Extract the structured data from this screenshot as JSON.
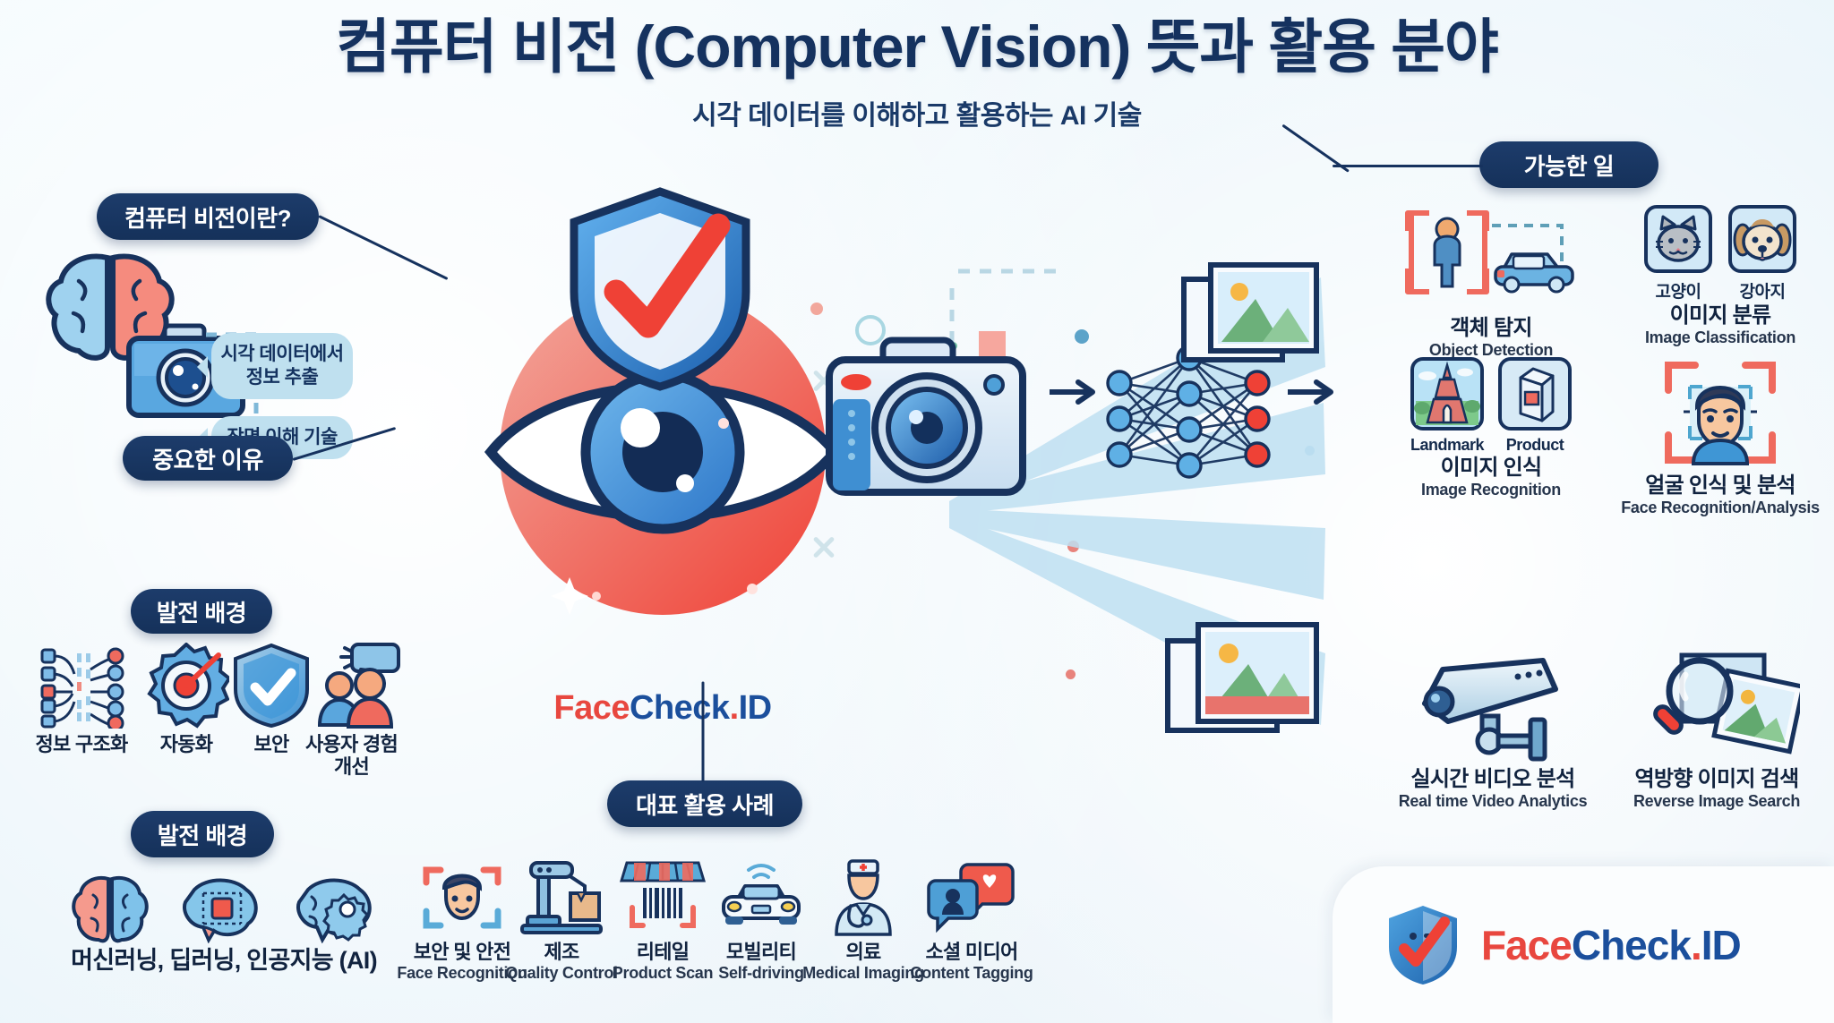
{
  "header": {
    "title": "컴퓨터 비전 (Computer Vision) 뜻과 활용 분야",
    "subtitle": "시각 데이터를 이해하고 활용하는 AI 기술"
  },
  "badges": {
    "what_is": "컴퓨터 비전이란?",
    "why_important": "중요한 이유",
    "background": "발전 배경",
    "use_cases": "대표 활용 사례",
    "capabilities": "가능한 일"
  },
  "bubbles": [
    {
      "name": "extract-info",
      "line1": "시각 데이터에서",
      "line2": "정보 추출"
    },
    {
      "name": "scene-understanding",
      "line1": "장면 이해 기술",
      "line2": ""
    }
  ],
  "why_important_items": [
    {
      "icon": "data-structure-icon",
      "label": "정보 구조화"
    },
    {
      "icon": "gear-gauge-icon",
      "label": "자동화"
    },
    {
      "icon": "shield-check-icon",
      "label": "보안"
    },
    {
      "icon": "users-feedback-icon",
      "label": "사용자 경험 개선"
    }
  ],
  "background_section": {
    "icons": [
      "brain-split-icon",
      "brain-chip-icon",
      "brain-gear-icon"
    ],
    "caption": "머신러닝, 딥러닝, 인공지능 (AI)"
  },
  "use_cases": [
    {
      "icon": "face-scan-icon",
      "ko": "보안 및 안전",
      "en": "Face Recognition"
    },
    {
      "icon": "robot-arm-icon",
      "ko": "제조",
      "en": "Quality Control"
    },
    {
      "icon": "barcode-shop-icon",
      "ko": "리테일",
      "en": "Product Scan"
    },
    {
      "icon": "car-icon",
      "ko": "모빌리티",
      "en": "Self-driving"
    },
    {
      "icon": "doctor-icon",
      "ko": "의료",
      "en": "Medical Imaging"
    },
    {
      "icon": "social-tag-icon",
      "ko": "소셜 미디어",
      "en": "Content Tagging"
    }
  ],
  "capabilities": [
    {
      "icon": "person-car-detect-icon",
      "ko": "객체 탐지",
      "en": "Object Detection",
      "tags": []
    },
    {
      "icon": "cat-dog-cards-icon",
      "ko": "이미지 분류",
      "en": "Image Classification",
      "tags": [
        "고양이",
        "강아지"
      ]
    },
    {
      "icon": "landmark-product-icon",
      "ko": "이미지 인식",
      "en": "Image Recognition",
      "tags": [
        "Landmark",
        "Product"
      ]
    },
    {
      "icon": "face-analysis-icon",
      "ko": "얼굴 인식 및 분석",
      "en": "Face Recognition/Analysis",
      "tags": []
    },
    {
      "icon": "cctv-icon",
      "ko": "실시간 비디오 분석",
      "en": "Real time Video Analytics",
      "tags": []
    },
    {
      "icon": "reverse-search-icon",
      "ko": "역방향 이미지 검색",
      "en": "Reverse Image Search",
      "tags": []
    }
  ],
  "brand": {
    "part_red": "Face",
    "part_blue": "Check",
    "dot_red": ".",
    "part_blue2": "ID"
  },
  "center_graphic": {
    "shield_icon": "shield-check-icon",
    "eye_icon": "eye-icon",
    "camera_icon": "camera-icon",
    "neural_net_icon": "neural-network-icon",
    "photo_stack_top_icon": "photo-stack-icon",
    "photo_stack_bottom_icon": "photo-stack-icon",
    "arrow_icon": "arrow-right-icon"
  },
  "colors": {
    "navy": "#15325f",
    "brand_red": "#e8473f",
    "brand_blue": "#1b4f9c",
    "bubble_blue": "#bfe0ef",
    "accent_light_blue": "#5ba7dd",
    "background": "#eef6fa"
  }
}
